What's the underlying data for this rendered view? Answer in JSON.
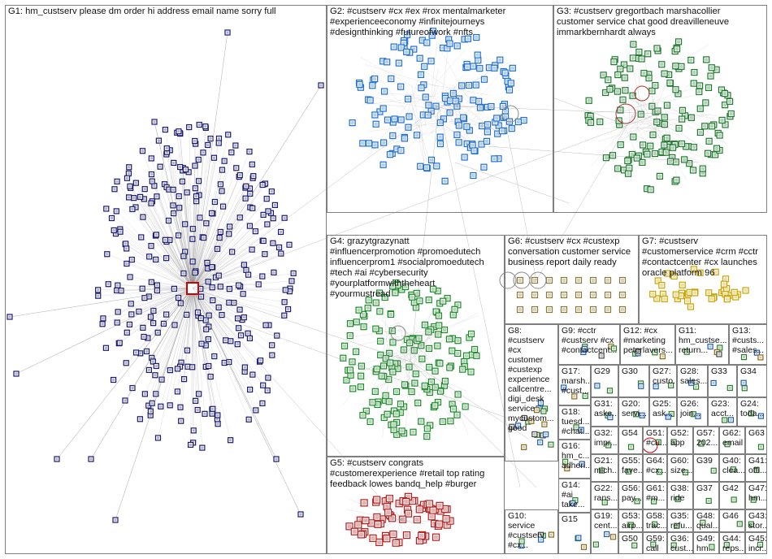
{
  "groups": [
    {
      "id": "G1",
      "label": "G1: hm_custserv please dm order hi address email name sorry full"
    },
    {
      "id": "G2",
      "label": "G2: #custserv #cx #ex #rox mentalmarketer\n#experienceeconomy #infinitejourneys\n#designthinking #futureofwork #nfts"
    },
    {
      "id": "G3",
      "label": "G3: #custserv gregortbach marshacollier\ncustomer service chat good dreavilleneuve\nimmarkbernhardt always"
    },
    {
      "id": "G4",
      "label": "G4: grazytgrazynatt\n#influencerpromotion #promoedutech\ninfluencerprom1 #socialpromoedutech\n#tech #ai #cybersecurity\n#yourplatformwiththeheart\n#yourmustread"
    },
    {
      "id": "G5",
      "label": "G5: #custserv congrats\n#customerexperience #retail top rating\nfeedback lowes bandq_help #burger"
    },
    {
      "id": "G6",
      "label": "G6: #custserv #cx #custexp\nconversation customer service\nbusiness report daily ready"
    },
    {
      "id": "G7",
      "label": "G7: #custserv\n#customerservice #crm #cctr\n#contactcenter #cx launches\noracle platform 96"
    },
    {
      "id": "G8",
      "label": "G8:\n#custserv\n#cx\ncustomer\n#custexp\nexperience\ncallcentre...\ndigi_desk\nservice\nmycustom...\ngood"
    },
    {
      "id": "G9",
      "label": "G9: #cctr\n#custserv #cx\n#contactcent..."
    },
    {
      "id": "G12",
      "label": "G12: #cx\n#marketing\npeterlavers..."
    },
    {
      "id": "G11",
      "label": "G11:\nhm_custse...\nreturn..."
    },
    {
      "id": "G13",
      "label": "G13:\n#custs...\n#sales..."
    },
    {
      "id": "G17",
      "label": "G17:\nmarsh...\n#cust..."
    },
    {
      "id": "G29",
      "label": "G29"
    },
    {
      "id": "G30",
      "label": "G30"
    },
    {
      "id": "G27",
      "label": "G27:\ncusto..."
    },
    {
      "id": "G28",
      "label": "G28:\nsales..."
    },
    {
      "id": "G33",
      "label": "G33"
    },
    {
      "id": "G34",
      "label": "G34"
    },
    {
      "id": "G18",
      "label": "G18:\ntuesd...\n#chat..."
    },
    {
      "id": "G31",
      "label": "G31:\naske..."
    },
    {
      "id": "G20",
      "label": "G20:\nservi..."
    },
    {
      "id": "G25",
      "label": "G25:\nask..."
    },
    {
      "id": "G26",
      "label": "G26:\njoin..."
    },
    {
      "id": "G23",
      "label": "G23:\nacct..."
    },
    {
      "id": "G24",
      "label": "G24:\ntoda..."
    },
    {
      "id": "G16",
      "label": "G16:\nhm_c...\nadheri..."
    },
    {
      "id": "G32",
      "label": "G32:\nimpr..."
    },
    {
      "id": "G54",
      "label": "G54"
    },
    {
      "id": "G51",
      "label": "G51:\n#cu..."
    },
    {
      "id": "G52",
      "label": "G52:\napp"
    },
    {
      "id": "G57",
      "label": "G57:\n202..."
    },
    {
      "id": "G62",
      "label": "G62:\nemail"
    },
    {
      "id": "G63",
      "label": "G63"
    },
    {
      "id": "G21",
      "label": "G21:\nmich..."
    },
    {
      "id": "G55",
      "label": "G55:\nfave..."
    },
    {
      "id": "G64",
      "label": "G64:\n#cx..."
    },
    {
      "id": "G60",
      "label": "G60:\nsize..."
    },
    {
      "id": "G39",
      "label": "G39"
    },
    {
      "id": "G40",
      "label": "G40:\nclea..."
    },
    {
      "id": "G41",
      "label": "G41:\noffi..."
    },
    {
      "id": "G14",
      "label": "G14:\n#ai\ntake..."
    },
    {
      "id": "G56",
      "label": "G56:\npay..."
    },
    {
      "id": "G61",
      "label": "G61:\n#m..."
    },
    {
      "id": "G38",
      "label": "G38:\nride"
    },
    {
      "id": "G37",
      "label": "G37"
    },
    {
      "id": "G42",
      "label": "G42"
    },
    {
      "id": "G47",
      "label": "G47:\nhm..."
    },
    {
      "id": "G22",
      "label": "G22:\nrans..."
    },
    {
      "id": "G53",
      "label": "G53:\nairp..."
    },
    {
      "id": "G58",
      "label": "G58:\ntrac..."
    },
    {
      "id": "G35",
      "label": "G35:\nrefu..."
    },
    {
      "id": "G48",
      "label": "G48:\nqual..."
    },
    {
      "id": "G46",
      "label": "G46"
    },
    {
      "id": "G43",
      "label": "G43:\nstor..."
    },
    {
      "id": "G10",
      "label": "G10:\nservice\n#custserv\n#cx..."
    },
    {
      "id": "G15",
      "label": "G15"
    },
    {
      "id": "G19",
      "label": "G19:\ncent..."
    },
    {
      "id": "G50",
      "label": "G50"
    },
    {
      "id": "G59",
      "label": "G59:\ncall"
    },
    {
      "id": "G36",
      "label": "G36:\ncust..."
    },
    {
      "id": "G49",
      "label": "G49:\nhm..."
    },
    {
      "id": "G44",
      "label": "G44:\nreps..."
    },
    {
      "id": "G45",
      "label": "G45:\nincr..."
    }
  ],
  "colors": {
    "border": "#7f7f7f",
    "edge": "#8a8a8a",
    "g1_node": "#1a1a6e",
    "g2_node": "#1f6fd1",
    "g3_node": "#1f7a2e",
    "g4_node": "#1d8a2a",
    "g5_node": "#b32020",
    "g7_node": "#c9a400",
    "hub_red": "#cc0000"
  }
}
